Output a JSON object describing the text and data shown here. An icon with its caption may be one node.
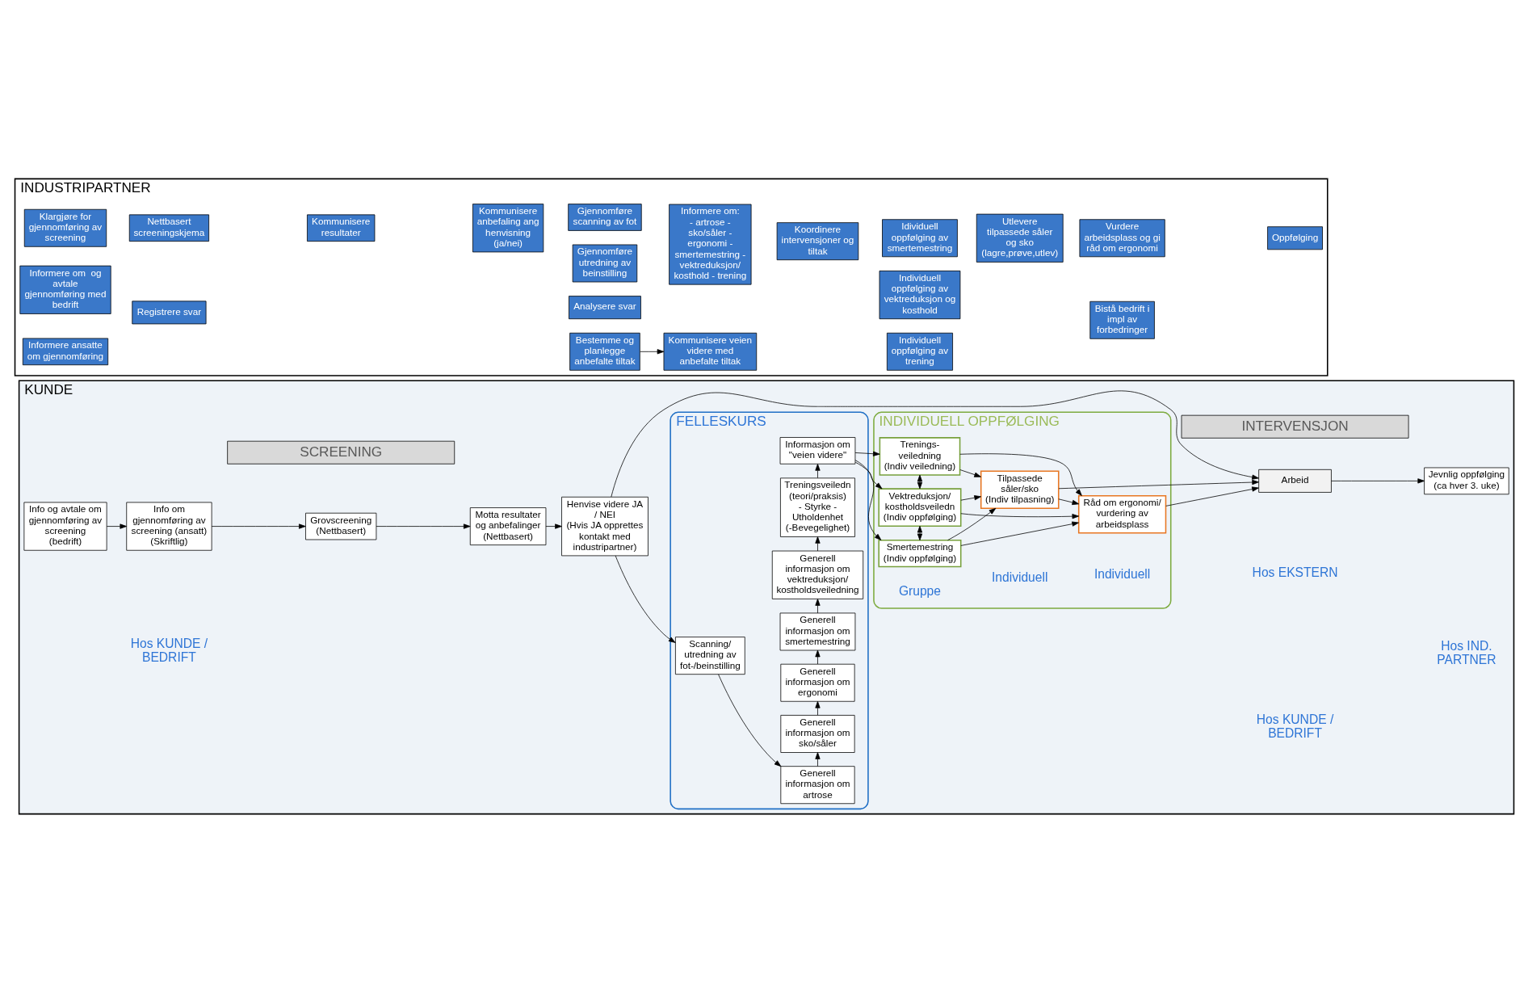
{
  "diagram": {
    "nodes": [
      {
        "text": [
          "KUNDE"
        ]
      },
      {
        "text": [
          "SCREENING"
        ],
        "in": 0
      },
      {
        "text": [
          "INTERVENSJON"
        ],
        "in": 0
      },
      {
        "text": [
          "Info og avtale om gjennomføring av screening (bedrift)"
        ],
        "in": 0
      },
      {
        "text": [
          "Info om gjennomføring av screening (ansatt)",
          "(Skriftlig)"
        ],
        "in": 0
      },
      {
        "text": [
          "Grovscreening",
          "(Nettbasert)"
        ],
        "in": 0
      },
      {
        "text": [
          "Motta resultater og anbefalinger",
          "(Nettbasert)"
        ],
        "in": 0
      },
      {
        "text": [
          "Henvise videre JA / NEI",
          "(Hvis JA opprettes kontakt med industripartner)"
        ],
        "in": 0
      },
      {
        "text": [
          "FELLESKURS"
        ],
        "in": 0
      },
      {
        "text": [
          "Scanning/ utredning av fot-/beinstilling"
        ],
        "in": 8
      },
      {
        "text": [
          "Generell informasjon om artrose"
        ],
        "in": 8
      },
      {
        "text": [
          "Generell informasjon om sko/såler"
        ],
        "in": 8
      },
      {
        "text": [
          "Generell informasjon om ergonomi"
        ],
        "in": 8
      },
      {
        "text": [
          "Generell informasjon om smertemestring"
        ],
        "in": 8
      },
      {
        "text": [
          "Generell informasjon om vektreduksjon/ kostholdsveiledning"
        ],
        "in": 8
      },
      {
        "text": [
          "Treningsveiledn (teori/praksis)",
          "- Styrke - Utholdenhet (-Bevegelighet)"
        ],
        "in": 8
      },
      {
        "text": [
          "Informasjon om \"veien videre\""
        ],
        "in": 8
      },
      {
        "text": [
          "INDIVIDUELL OPPFØLGING"
        ],
        "in": 0
      },
      {
        "text": [
          "Smertemestring",
          "(Indiv oppfølging)"
        ],
        "in": 17
      },
      {
        "text": [
          "Vektreduksjon/ kostholdsveiledn",
          "(Indiv oppfølging)"
        ],
        "in": 17
      },
      {
        "text": [
          "Trenings- veiledning",
          "(Indiv veiledning)"
        ],
        "in": 17
      },
      {
        "text": [
          "Tilpassede såler/sko",
          "(Indiv tilpasning)"
        ],
        "in": 17
      },
      {
        "text": [
          "Råd om ergonomi/ vurdering av arbeidsplass"
        ],
        "in": 17
      },
      {
        "text": [
          "Arbeid"
        ],
        "in": 0
      },
      {
        "text": [
          "Jevnlig oppfølging",
          "(ca hver 3. uke)"
        ],
        "in": 0
      },
      {
        "text": [
          "INDUSTRIPARTNER"
        ]
      },
      {
        "text": [
          "Klargjøre for gjennomføring av screening"
        ],
        "in": 25
      },
      {
        "text": [
          "Informere om  og avtale gjennomføring med bedrift"
        ],
        "in": 25
      },
      {
        "text": [
          "Informere ansatte om gjennomføring"
        ],
        "in": 25
      },
      {
        "text": [
          "Nettbasert screeningskjema"
        ],
        "in": 25
      },
      {
        "text": [
          "Registrere svar"
        ],
        "in": 25
      },
      {
        "text": [
          "Kommunisere resultater"
        ],
        "in": 25
      },
      {
        "text": [
          "Kommunisere anbefaling ang henvisning (ja/nei)"
        ],
        "in": 25
      },
      {
        "text": [
          "Gjennomføre scanning av fot"
        ],
        "in": 25
      },
      {
        "text": [
          "Gjennomføre utredning av beinstilling"
        ],
        "in": 25
      },
      {
        "text": [
          "Analysere svar"
        ],
        "in": 25
      },
      {
        "text": [
          "Bestemme og planlegge anbefalte tiltak"
        ],
        "in": 25
      },
      {
        "text": [
          "Informere om:",
          "- artrose - sko/såler - ergonomi - smertemestring - vektreduksjon/ kosthold - trening"
        ],
        "in": 25
      },
      {
        "text": [
          "Kommunisere veien videre med anbefalte tiltak"
        ],
        "in": 25
      },
      {
        "text": [
          "Koordinere intervensjoner og tiltak"
        ],
        "in": 25
      },
      {
        "text": [
          "Idividuell oppfølging av smertemestring"
        ],
        "in": 25
      },
      {
        "text": [
          "Individuell oppfølging av vektreduksjon og kosthold"
        ],
        "in": 25
      },
      {
        "text": [
          "Individuell oppfølging av trening"
        ],
        "in": 25
      },
      {
        "text": [
          "Utlevere tilpassede såler og sko (lagre,prøve,utlev)"
        ],
        "in": 25
      },
      {
        "text": [
          "Vurdere arbeidsplass og gi råd om ergonomi"
        ],
        "in": 25
      },
      {
        "text": [
          "Bistå bedrift i impl av forbedringer"
        ],
        "in": 25
      },
      {
        "text": [
          "Oppfølging"
        ],
        "in": 25
      }
    ],
    "edges": [
      {
        "from": 3,
        "to": 4,
        "arrow": "to"
      },
      {
        "from": 4,
        "to": 5,
        "arrow": "to"
      },
      {
        "from": 5,
        "to": 6,
        "arrow": "to"
      },
      {
        "from": 6,
        "to": 7,
        "arrow": "to"
      },
      {
        "from": 7,
        "to": 23,
        "arrow": "to"
      },
      {
        "from": 7,
        "to": 9,
        "arrow": "to"
      },
      {
        "from": 9,
        "to": 10,
        "arrow": "to"
      },
      {
        "from": 10,
        "to": 11,
        "arrow": "to"
      },
      {
        "from": 11,
        "to": 12,
        "arrow": "to"
      },
      {
        "from": 12,
        "to": 13,
        "arrow": "to"
      },
      {
        "from": 13,
        "to": 14,
        "arrow": "to"
      },
      {
        "from": 14,
        "to": 15,
        "arrow": "to"
      },
      {
        "from": 15,
        "to": 16,
        "arrow": "to"
      },
      {
        "from": 16,
        "to": 18,
        "arrow": "to"
      },
      {
        "from": 16,
        "to": 19,
        "arrow": "to"
      },
      {
        "from": 16,
        "to": 20,
        "arrow": "to"
      },
      {
        "from": 18,
        "to": 19,
        "arrow": "both"
      },
      {
        "from": 19,
        "to": 20,
        "arrow": "both"
      },
      {
        "from": 18,
        "to": 21,
        "arrow": "to"
      },
      {
        "from": 19,
        "to": 21,
        "arrow": "to"
      },
      {
        "from": 20,
        "to": 21,
        "arrow": "to"
      },
      {
        "from": 18,
        "to": 22,
        "arrow": "to"
      },
      {
        "from": 19,
        "to": 22,
        "arrow": "to"
      },
      {
        "from": 20,
        "to": 22,
        "arrow": "to"
      },
      {
        "from": 21,
        "to": 22,
        "arrow": "to"
      },
      {
        "from": 21,
        "to": 23,
        "arrow": "to"
      },
      {
        "from": 22,
        "to": 23,
        "arrow": "to"
      },
      {
        "from": 23,
        "to": 24,
        "arrow": "to"
      },
      {
        "from": 36,
        "to": 38,
        "arrow": "to"
      }
    ],
    "labels": [
      "Gruppe",
      "Individuell",
      "Individuell",
      "Hos KUNDE / BEDRIFT",
      "Hos EKSTERN",
      "Hos KUNDE / BEDRIFT",
      "Hos IND. PARTNER"
    ]
  }
}
